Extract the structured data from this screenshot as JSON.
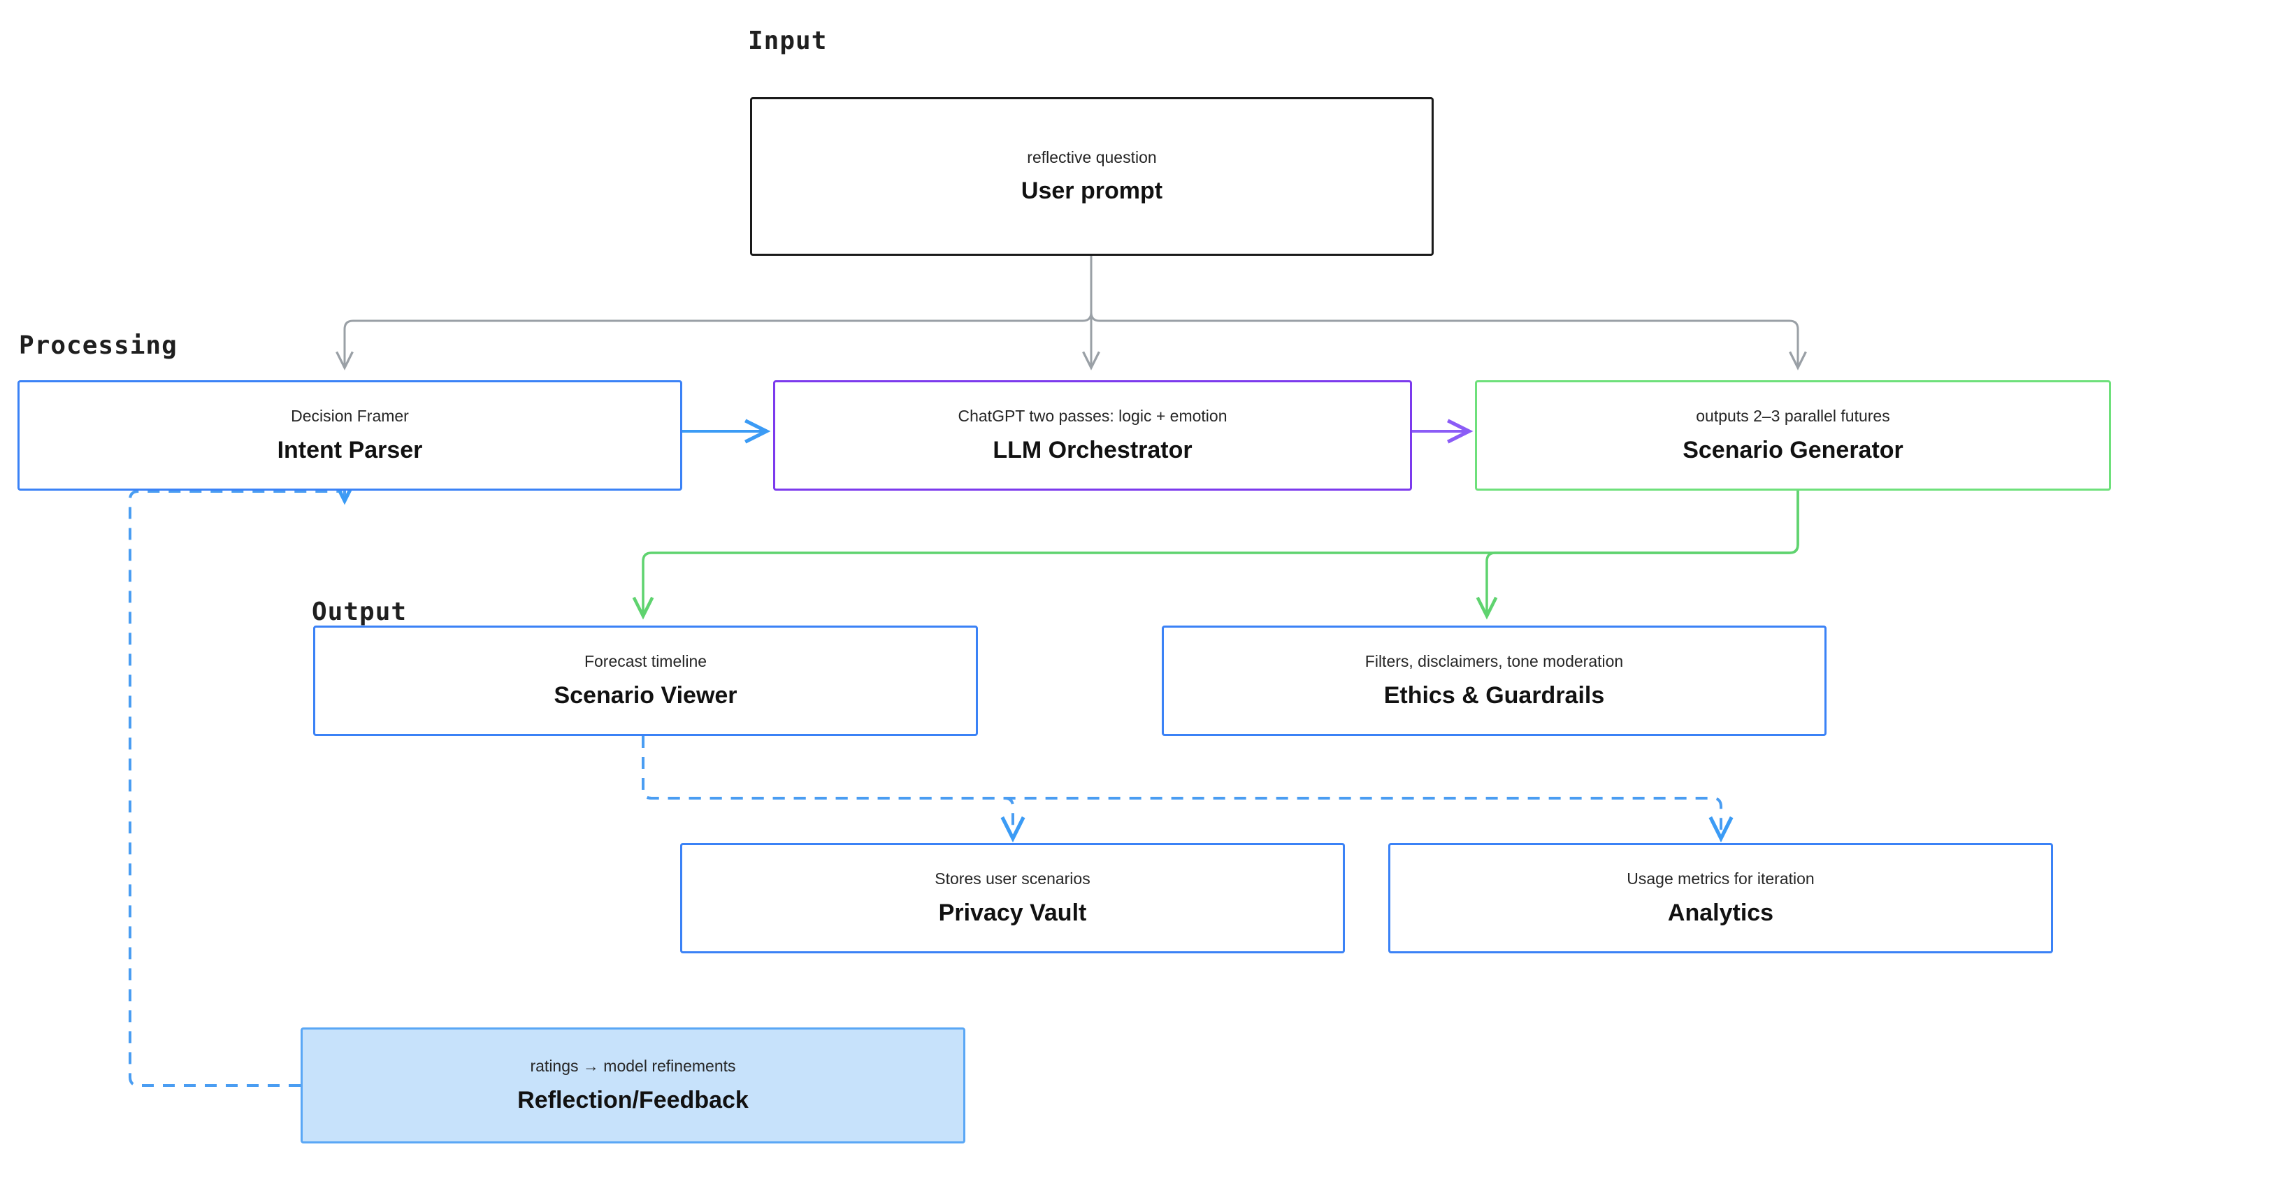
{
  "diagram": {
    "title_sections": [
      {
        "name": "input",
        "label": "Input"
      },
      {
        "name": "processing",
        "label": "Processing"
      },
      {
        "name": "output",
        "label": "Output"
      }
    ],
    "colors": {
      "blue": "#3b82f6",
      "purple": "#7c3aed",
      "green": "#6ee07b",
      "black": "#1a1a1a",
      "gray_edge": "#9aa0a6",
      "fill_blue": "#c7e2fb"
    },
    "nodes": [
      {
        "id": "user-prompt",
        "title": "User prompt",
        "subtitle": "reflective question",
        "border": "black",
        "filled": false
      },
      {
        "id": "intent-parser",
        "title": "Intent Parser",
        "subtitle": "Decision Framer",
        "border": "blue",
        "filled": false
      },
      {
        "id": "llm-orchestrator",
        "title": "LLM Orchestrator",
        "subtitle": "ChatGPT two passes: logic + emotion",
        "border": "purple",
        "filled": false
      },
      {
        "id": "scenario-generator",
        "title": "Scenario Generator",
        "subtitle": "outputs 2–3 parallel futures",
        "border": "green",
        "filled": false
      },
      {
        "id": "scenario-viewer",
        "title": "Scenario Viewer",
        "subtitle": "Forecast timeline",
        "border": "blue",
        "filled": false
      },
      {
        "id": "ethics-guardrails",
        "title": "Ethics & Guardrails",
        "subtitle": "Filters, disclaimers, tone moderation",
        "border": "blue",
        "filled": false
      },
      {
        "id": "privacy-vault",
        "title": "Privacy Vault",
        "subtitle": "Stores user scenarios",
        "border": "blue",
        "filled": false
      },
      {
        "id": "analytics",
        "title": "Analytics",
        "subtitle": "Usage metrics for iteration",
        "border": "blue",
        "filled": false
      },
      {
        "id": "reflection-feedback",
        "title": "Reflection/Feedback",
        "subtitle": "ratings → model refinements",
        "border": "blue",
        "filled": true
      }
    ],
    "edges": [
      {
        "from": "user-prompt",
        "to": "intent-parser",
        "style": "solid",
        "color": "gray"
      },
      {
        "from": "user-prompt",
        "to": "llm-orchestrator",
        "style": "solid",
        "color": "gray"
      },
      {
        "from": "user-prompt",
        "to": "scenario-generator",
        "style": "solid",
        "color": "gray"
      },
      {
        "from": "intent-parser",
        "to": "llm-orchestrator",
        "style": "solid",
        "color": "blue"
      },
      {
        "from": "llm-orchestrator",
        "to": "scenario-generator",
        "style": "solid",
        "color": "purple"
      },
      {
        "from": "scenario-generator",
        "to": "scenario-viewer",
        "style": "solid",
        "color": "green"
      },
      {
        "from": "scenario-generator",
        "to": "ethics-guardrails",
        "style": "solid",
        "color": "green"
      },
      {
        "from": "scenario-viewer",
        "to": "privacy-vault",
        "style": "dashed",
        "color": "blue"
      },
      {
        "from": "scenario-viewer",
        "to": "analytics",
        "style": "dashed",
        "color": "blue"
      },
      {
        "from": "reflection-feedback",
        "to": "intent-parser",
        "style": "dashed",
        "color": "blue"
      }
    ]
  }
}
